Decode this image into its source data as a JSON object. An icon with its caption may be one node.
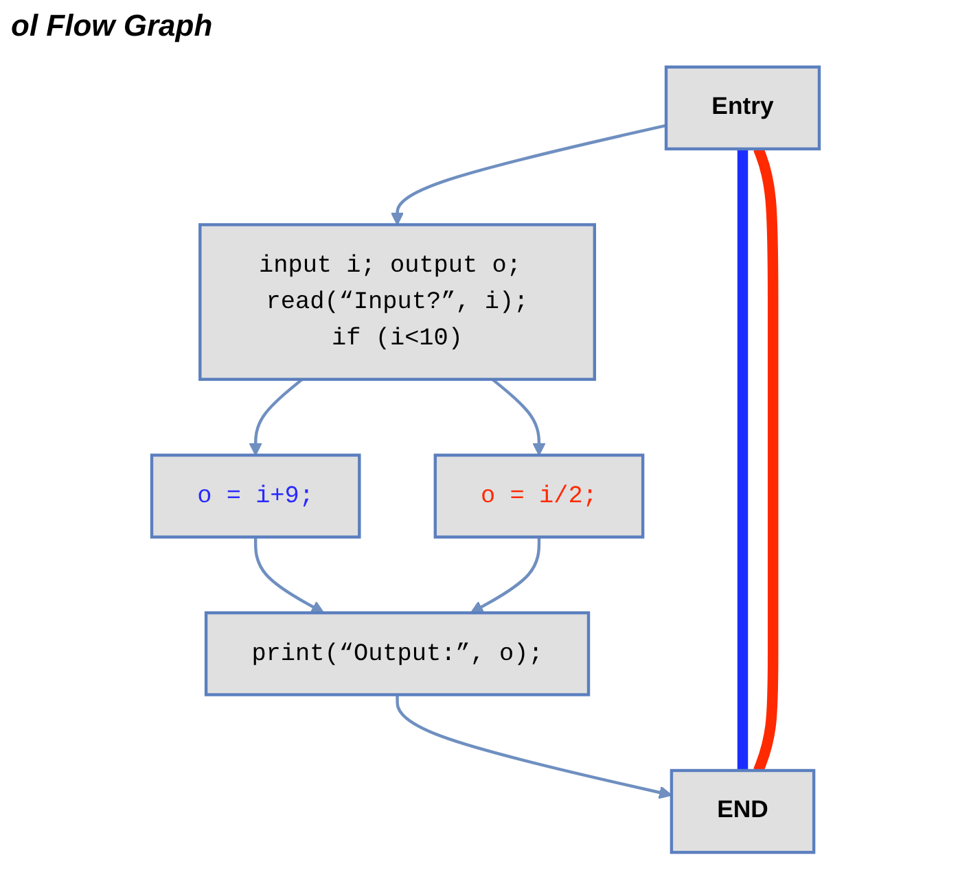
{
  "diagram": {
    "title": "ol Flow Graph",
    "nodes": [
      {
        "text": [
          "Entry"
        ]
      },
      {
        "text": [
          "input i; output o; read(“Input?”, i);",
          "if (i<10)"
        ]
      },
      {
        "text": [
          "o = i+9;"
        ]
      },
      {
        "text": [
          "o = i/2;"
        ]
      },
      {
        "text": [
          "print(“Output:”, o);"
        ]
      },
      {
        "text": [
          "END"
        ]
      }
    ],
    "edges": [
      {
        "from": 0,
        "to": 1,
        "arrow": "to"
      },
      {
        "from": 1,
        "to": 2,
        "arrow": "to"
      },
      {
        "from": 1,
        "to": 3,
        "arrow": "to"
      },
      {
        "from": 2,
        "to": 4,
        "arrow": "to"
      },
      {
        "from": 3,
        "to": 4,
        "arrow": "to"
      },
      {
        "from": 4,
        "to": 5,
        "arrow": "to"
      },
      {
        "from": 0,
        "to": 5,
        "arrow": "none",
        "style": "thick",
        "color": "#1a2eff"
      },
      {
        "from": 0,
        "to": 5,
        "arrow": "none",
        "style": "thick",
        "color": "#ff2a00"
      }
    ]
  }
}
